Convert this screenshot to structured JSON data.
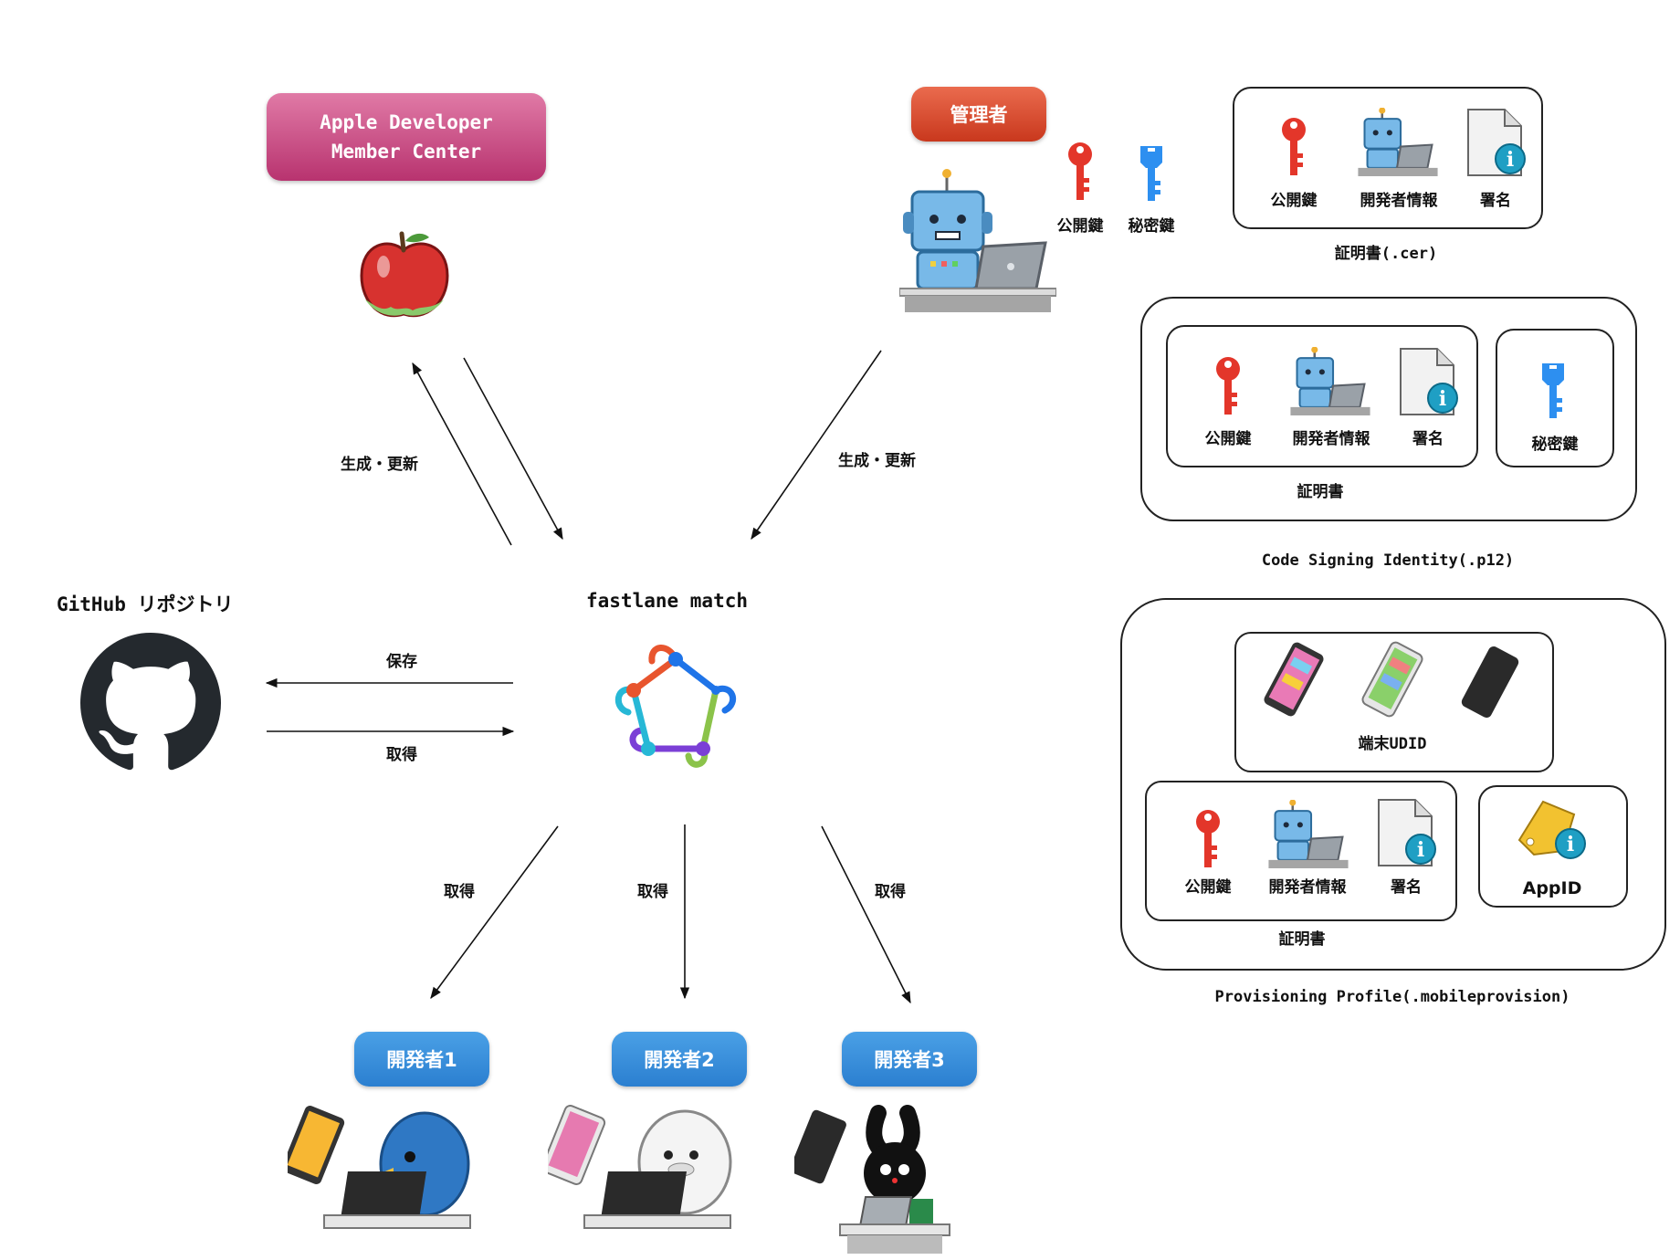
{
  "nodes": {
    "apple_center": "Apple Developer\nMember Center",
    "admin": "管理者",
    "github": "GitHub リポジトリ",
    "match": "fastlane match",
    "dev1": "開発者1",
    "dev2": "開発者2",
    "dev3": "開発者3"
  },
  "edges": {
    "generate_update_left": "生成・更新",
    "generate_update_right": "生成・更新",
    "save": "保存",
    "fetch_github": "取得",
    "fetch_dev1": "取得",
    "fetch_dev2": "取得",
    "fetch_dev3": "取得"
  },
  "admin_keys": {
    "public": "公開鍵",
    "private": "秘密鍵"
  },
  "certificate_cer": {
    "items": [
      "公開鍵",
      "開発者情報",
      "署名"
    ],
    "caption": "証明書(.cer)"
  },
  "p12": {
    "cert_items": [
      "公開鍵",
      "開発者情報",
      "署名"
    ],
    "cert_label": "証明書",
    "private_key": "秘密鍵",
    "caption": "Code Signing Identity(.p12)"
  },
  "profile": {
    "udid_label": "端末UDID",
    "cert_items": [
      "公開鍵",
      "開発者情報",
      "署名"
    ],
    "cert_label": "証明書",
    "appid": "AppID",
    "caption": "Provisioning Profile(.mobileprovision)"
  },
  "colors": {
    "apple_pill": "#b8336f",
    "admin_pill": "#d8472a",
    "dev_pill": "#2b7fd0",
    "red_key": "#e3362a",
    "blue_key": "#2d8ff0"
  }
}
